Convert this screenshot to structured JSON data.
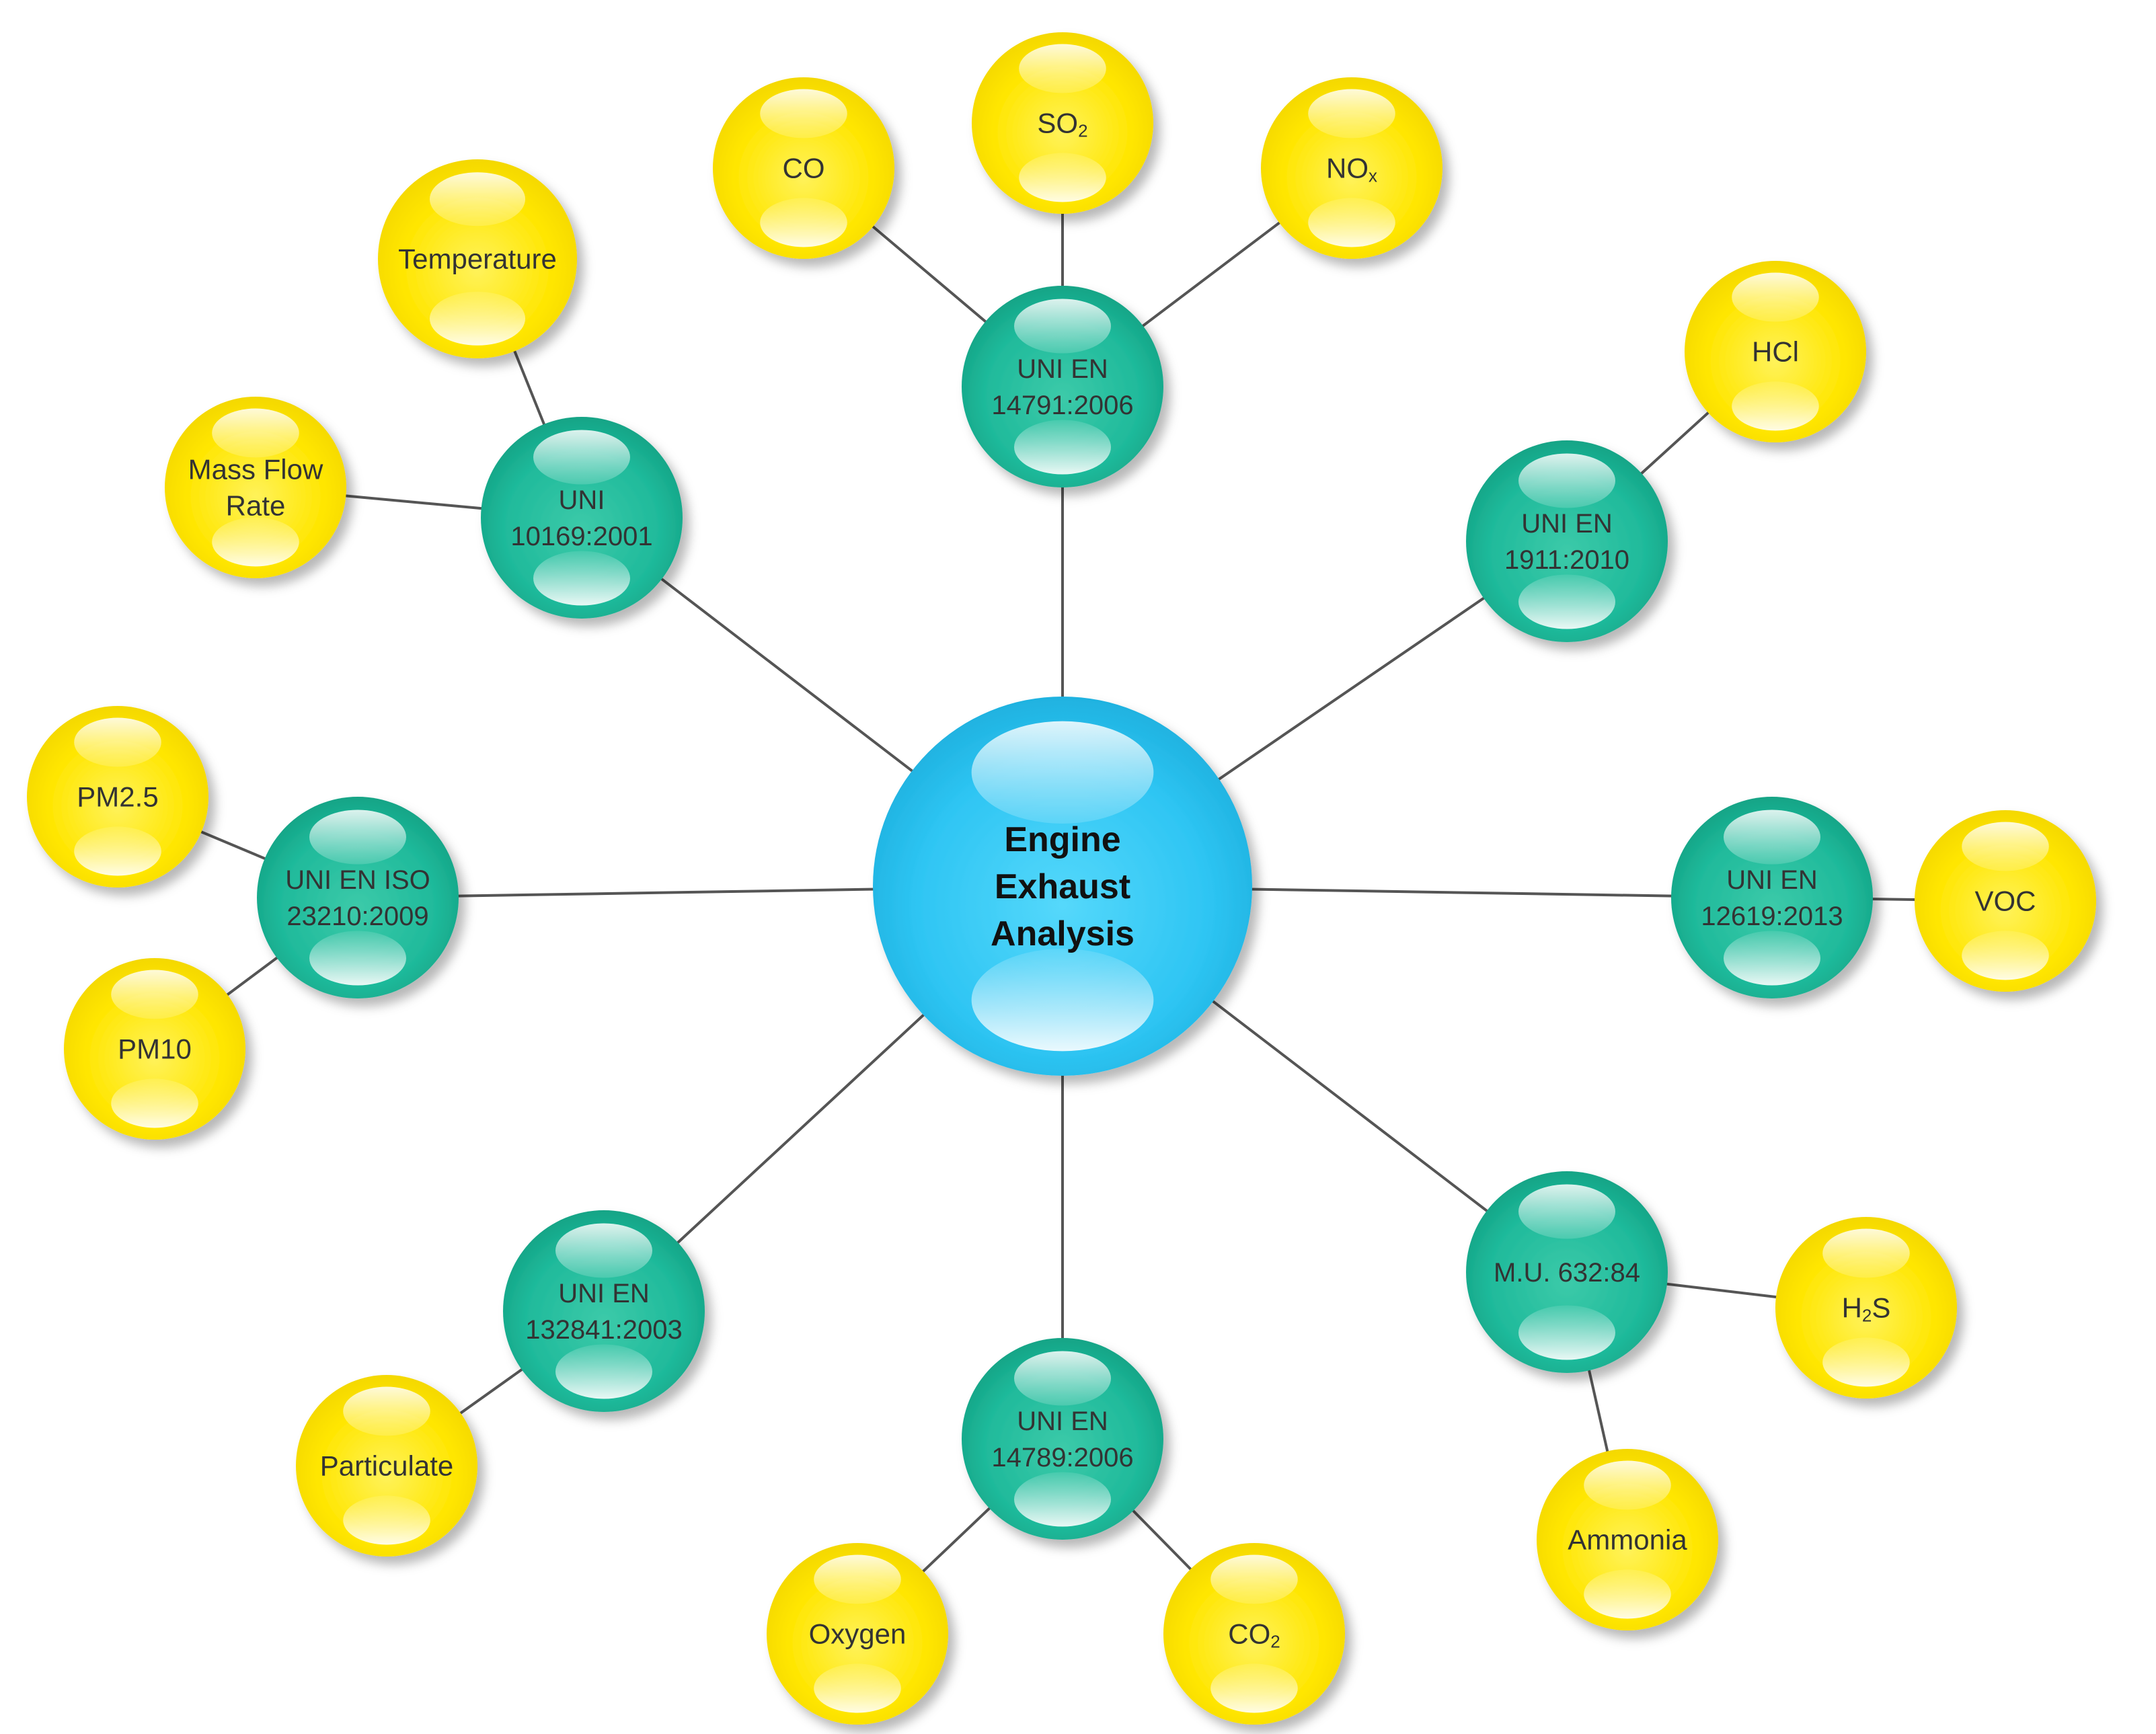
{
  "colors": {
    "center": "#33c8f5",
    "standard": "#1fba9b",
    "parameter": "#ffe600",
    "edge": "#555555",
    "text": "#333333"
  },
  "center": {
    "id": "center",
    "lines": [
      "Engine",
      "Exhaust",
      "Analysis"
    ]
  },
  "standards": [
    {
      "id": "s1",
      "lines": [
        "UNI EN",
        "14791:2006"
      ]
    },
    {
      "id": "s2",
      "lines": [
        "UNI",
        "10169:2001"
      ]
    },
    {
      "id": "s3",
      "lines": [
        "UNI EN",
        "1911:2010"
      ]
    },
    {
      "id": "s4",
      "lines": [
        "UNI EN ISO",
        "23210:2009"
      ]
    },
    {
      "id": "s5",
      "lines": [
        "UNI EN",
        "12619:2013"
      ]
    },
    {
      "id": "s6",
      "lines": [
        "M.U. 632:84"
      ]
    },
    {
      "id": "s7",
      "lines": [
        "UNI EN",
        "132841:2003"
      ]
    },
    {
      "id": "s8",
      "lines": [
        "UNI EN",
        "14789:2006"
      ]
    }
  ],
  "parameters": [
    {
      "id": "p1",
      "parent": "s1",
      "text": "CO"
    },
    {
      "id": "p2",
      "parent": "s1",
      "text": "SO",
      "sub": "2"
    },
    {
      "id": "p3",
      "parent": "s1",
      "text": "NO",
      "sub": "x"
    },
    {
      "id": "p4",
      "parent": "s2",
      "text": "Temperature"
    },
    {
      "id": "p5",
      "parent": "s2",
      "lines": [
        "Mass Flow",
        "Rate"
      ]
    },
    {
      "id": "p6",
      "parent": "s3",
      "text": "HCl"
    },
    {
      "id": "p7",
      "parent": "s4",
      "text": "PM2.5"
    },
    {
      "id": "p8",
      "parent": "s4",
      "text": "PM10"
    },
    {
      "id": "p9",
      "parent": "s5",
      "text": "VOC"
    },
    {
      "id": "p10",
      "parent": "s6",
      "text": "H",
      "sub": "2",
      "after": "S"
    },
    {
      "id": "p11",
      "parent": "s6",
      "text": "Ammonia"
    },
    {
      "id": "p12",
      "parent": "s7",
      "text": "Particulate"
    },
    {
      "id": "p13",
      "parent": "s8",
      "text": "Oxygen"
    },
    {
      "id": "p14",
      "parent": "s8",
      "text": "CO",
      "sub": "2"
    }
  ]
}
